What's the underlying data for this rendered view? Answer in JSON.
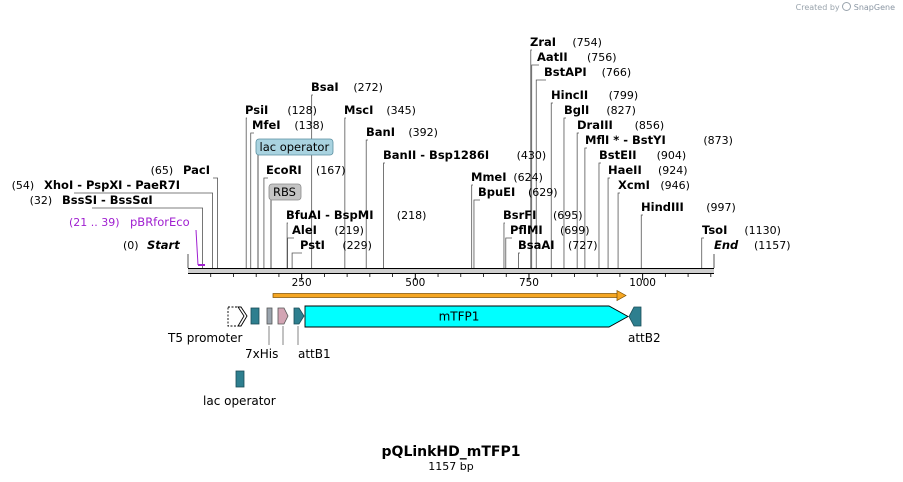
{
  "credit": {
    "prefix": "Created by",
    "brand": "SnapGene"
  },
  "title": "pQLinkHD_mTFP1",
  "length_label": "1157 bp",
  "sequence_length": 1157,
  "enzymes": [
    {
      "name": "ZraI",
      "pos": "(754)",
      "bp": 754
    },
    {
      "name": "AatII",
      "pos": "(756)",
      "bp": 756
    },
    {
      "name": "BstAPI",
      "pos": "(766)",
      "bp": 766
    },
    {
      "name": "BsaI",
      "pos": "(272)",
      "bp": 272
    },
    {
      "name": "HincII",
      "pos": "(799)",
      "bp": 799
    },
    {
      "name": "PsiI",
      "pos": "(128)",
      "bp": 128
    },
    {
      "name": "MscI",
      "pos": "(345)",
      "bp": 345
    },
    {
      "name": "BglI",
      "pos": "(827)",
      "bp": 827
    },
    {
      "name": "MfeI",
      "pos": "(138)",
      "bp": 138
    },
    {
      "name": "DraIII",
      "pos": "(856)",
      "bp": 856
    },
    {
      "name": "BanI",
      "pos": "(392)",
      "bp": 392
    },
    {
      "name": "MflI * - BstYI",
      "pos": "(873)",
      "bp": 873
    },
    {
      "name": "BanII - Bsp1286I",
      "pos": "(430)",
      "bp": 430
    },
    {
      "name": "BstEII",
      "pos": "(904)",
      "bp": 904
    },
    {
      "name": "PacI",
      "pos": "(65)",
      "bp": 65,
      "pos_left": true
    },
    {
      "name": "EcoRI",
      "pos": "(167)",
      "bp": 167
    },
    {
      "name": "HaeII",
      "pos": "(924)",
      "bp": 924
    },
    {
      "name": "MmeI",
      "pos": "(624)",
      "bp": 624
    },
    {
      "name": "XhoI - PspXI - PaeR7I",
      "pos": "(54)",
      "bp": 54,
      "pos_left": true
    },
    {
      "name": "XcmI",
      "pos": "(946)",
      "bp": 946
    },
    {
      "name": "BpuEI",
      "pos": "(629)",
      "bp": 629
    },
    {
      "name": "BssSI - BssSαI",
      "pos": "(32)",
      "bp": 32,
      "pos_left": true
    },
    {
      "name": "HindIII",
      "pos": "(997)",
      "bp": 997
    },
    {
      "name": "BsrFI",
      "pos": "(695)",
      "bp": 695
    },
    {
      "name": "BfuAI - BspMI",
      "pos": "(218)",
      "bp": 218
    },
    {
      "name": "PflMI",
      "pos": "(699)",
      "bp": 699
    },
    {
      "name": "AleI",
      "pos": "(219)",
      "bp": 219
    },
    {
      "name": "TsoI",
      "pos": "(1130)",
      "bp": 1130
    },
    {
      "name": "BsaAI",
      "pos": "(727)",
      "bp": 727
    },
    {
      "name": "PstI",
      "pos": "(229)",
      "bp": 229
    }
  ],
  "start_marker": {
    "name": "Start",
    "pos": "(0)"
  },
  "end_marker": {
    "name": "End",
    "pos": "(1157)"
  },
  "primer": {
    "name": "pBRforEco",
    "range": "(21 .. 39)",
    "color": "#a020d0"
  },
  "boxed_labels": {
    "lac_operator": "lac operator",
    "rbs": "RBS"
  },
  "ruler_ticks": [
    {
      "label": "250",
      "bp": 250
    },
    {
      "label": "500",
      "bp": 500
    },
    {
      "label": "750",
      "bp": 750
    },
    {
      "label": "1000",
      "bp": 1000
    }
  ],
  "features": {
    "t5_promoter": "T5 promoter",
    "his_tag": "7xHis",
    "attb1": "attB1",
    "mtfp1": "mTFP1",
    "attb2": "attB2",
    "lac_operator": "lac operator"
  },
  "colors": {
    "mtfp1": "#00ffff",
    "teal_feature": "#2e7f8f",
    "orf_arrow": "#f5a623",
    "lac_operator_box": "#a9d3e0",
    "rbs_box": "#c4c4c4",
    "primer": "#a020d0"
  }
}
